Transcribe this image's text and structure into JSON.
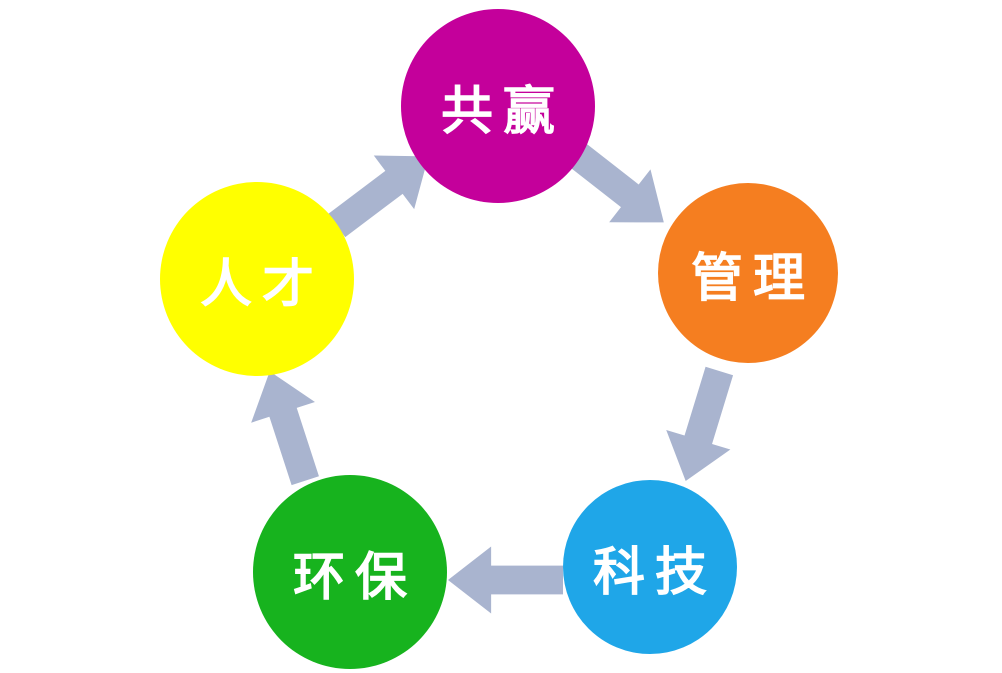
{
  "diagram": {
    "type": "cycle",
    "background": "#FFFFFF",
    "arrow_color": "#A9B4CF",
    "nodes": [
      {
        "id": "win-win",
        "label": "共赢",
        "color": "#C4009B",
        "text_color": "#FFFFFF",
        "position": "top"
      },
      {
        "id": "management",
        "label": "管理",
        "color": "#F57E20",
        "text_color": "#FFFFFF",
        "position": "upper-right"
      },
      {
        "id": "technology",
        "label": "科技",
        "color": "#1FA6E8",
        "text_color": "#FFFFFF",
        "position": "lower-right"
      },
      {
        "id": "environment",
        "label": "环保",
        "color": "#17B31E",
        "text_color": "#FFFFFF",
        "position": "lower-left"
      },
      {
        "id": "talent",
        "label": "人才",
        "color": "#FFFF00",
        "text_color": "#FFFFFF",
        "position": "upper-left"
      }
    ],
    "flow": [
      "共赢 → 管理",
      "管理 → 科技",
      "科技 → 环保",
      "环保 → 人才",
      "人才 → 共赢"
    ]
  }
}
